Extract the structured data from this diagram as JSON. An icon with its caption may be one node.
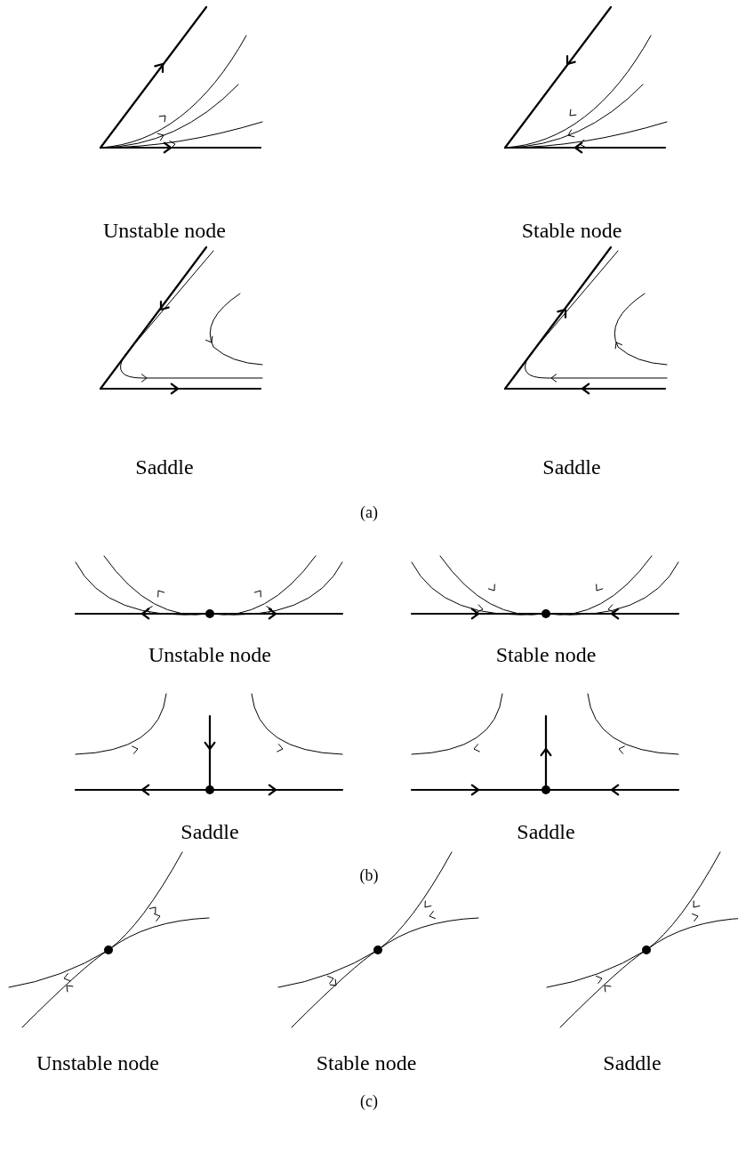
{
  "diagram": {
    "labels": [
      "Unstable node",
      "Stable node",
      "Saddle",
      "Saddle",
      "(a)",
      "Unstable node",
      "Stable node",
      "Saddle",
      "Saddle",
      "(b)",
      "Unstable node",
      "Stable node",
      "Saddle",
      "(c)"
    ]
  }
}
